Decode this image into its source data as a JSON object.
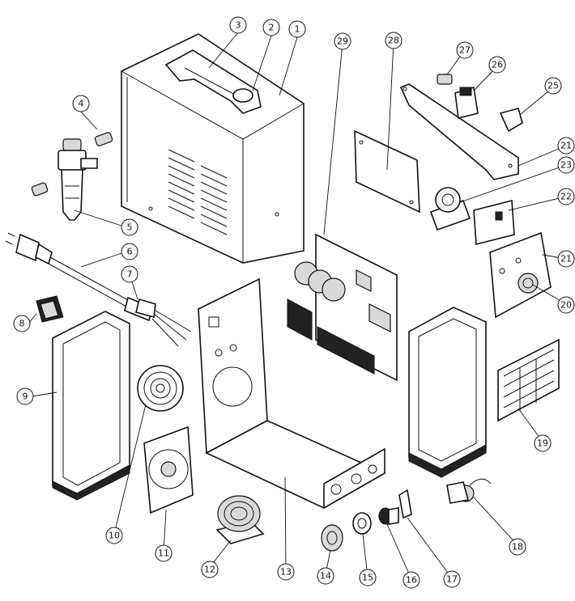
{
  "callouts": {
    "c1": "1",
    "c2": "2",
    "c3": "3",
    "c4": "4",
    "c5": "5",
    "c6": "6",
    "c7": "7",
    "c8": "8",
    "c9": "9",
    "c10": "10",
    "c11": "11",
    "c12": "12",
    "c13": "13",
    "c14": "14",
    "c15": "15",
    "c16": "16",
    "c17": "17",
    "c18": "18",
    "c19": "19",
    "c20": "20",
    "c21a": "21",
    "c21b": "21",
    "c22": "22",
    "c23": "23",
    "c25": "25",
    "c26": "26",
    "c27": "27",
    "c28": "28",
    "c29": "29"
  }
}
